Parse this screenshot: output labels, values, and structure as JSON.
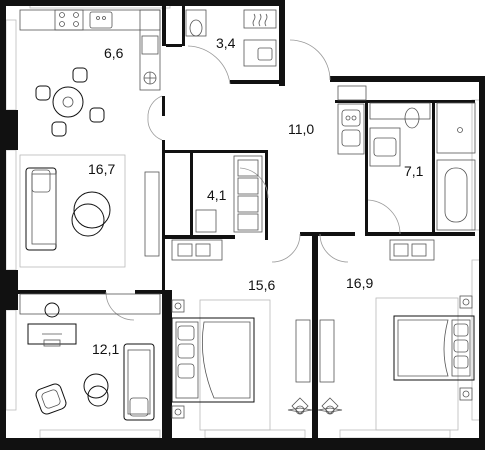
{
  "rooms": [
    {
      "id": "kitchen",
      "area": "6,6"
    },
    {
      "id": "wc",
      "area": "3,4"
    },
    {
      "id": "hall",
      "area": "11,0"
    },
    {
      "id": "living",
      "area": "16,7"
    },
    {
      "id": "storage",
      "area": "4,1"
    },
    {
      "id": "bathroom",
      "area": "7,1"
    },
    {
      "id": "bedroom-1",
      "area": "15,6"
    },
    {
      "id": "bedroom-2",
      "area": "16,9"
    },
    {
      "id": "study",
      "area": "12,1"
    }
  ],
  "icons": {
    "kitchen": "stove-and-sink-icon",
    "bedding": "double-bed-icon",
    "plant": "plant-icon",
    "sofa": "sofa-icon",
    "toilet": "toilet-icon",
    "bathtub": "bathtub-icon",
    "washer": "washing-machine-icon"
  },
  "colors": {
    "wall": "#111111",
    "window": "#bdbdbd",
    "line": "#555555"
  }
}
